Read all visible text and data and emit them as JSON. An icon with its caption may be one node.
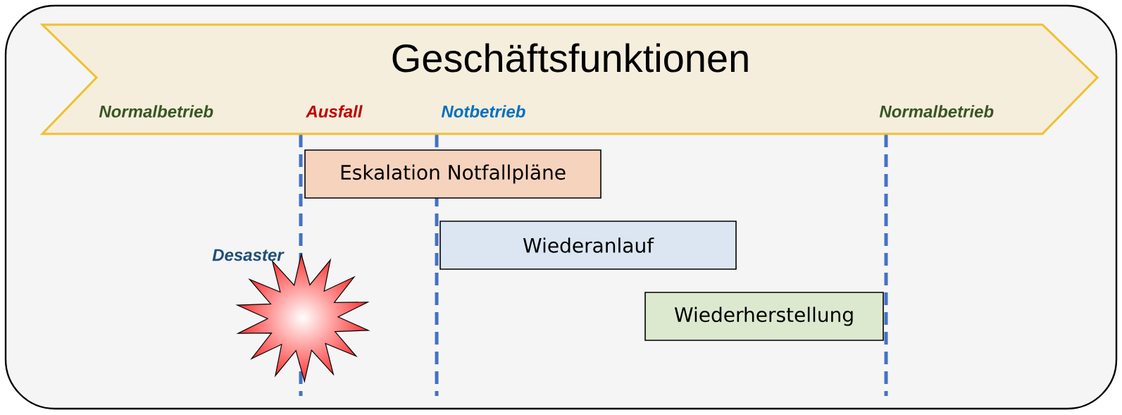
{
  "diagram": {
    "nodes": [
      {
        "text": [
          "Geschäftsfunktionen"
        ]
      },
      {
        "text": [
          "Eskalation Notfallpläne"
        ]
      },
      {
        "text": [
          "Wiederanlauf"
        ]
      },
      {
        "text": [
          "Wiederherstellung"
        ]
      }
    ],
    "labels": [
      "Normalbetrieb",
      "Ausfall",
      "Notbetrieb",
      "Normalbetrieb",
      "Desaster"
    ]
  }
}
